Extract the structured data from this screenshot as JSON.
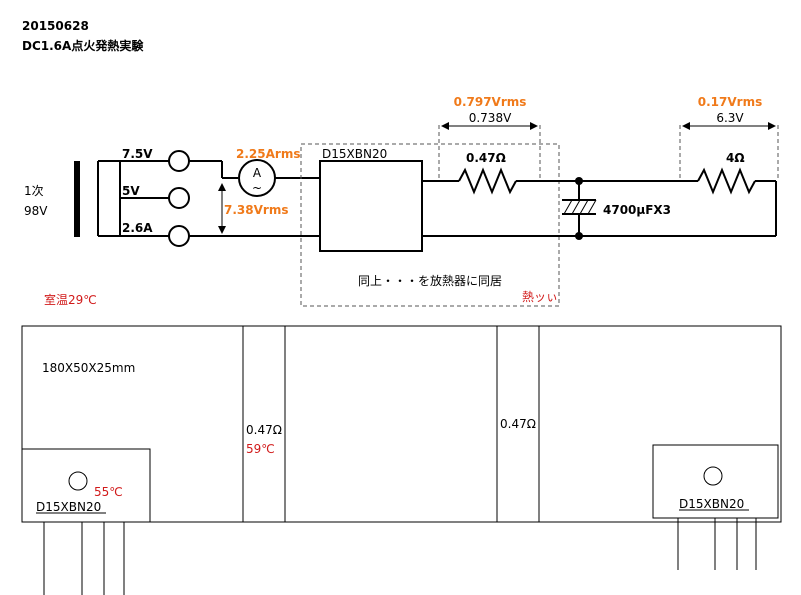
{
  "header": {
    "date": "20150628",
    "title": "DC1.6A点火発熱実験"
  },
  "transformer": {
    "primary_label": "1次",
    "primary_voltage": "98V"
  },
  "taps": {
    "tap1": "7.5V",
    "tap2": "5V",
    "tap3": "2.6A"
  },
  "meter": {
    "ammeter_symbol": "A",
    "ammeter_tilde": "~",
    "current": "2.25Arms",
    "voltage": "7.38Vrms"
  },
  "rectifier": {
    "part": "D15XBN20"
  },
  "resistor1": {
    "value": "0.47Ω",
    "vrms": "0.797Vrms",
    "vdc": "0.738V"
  },
  "capacitor": {
    "label": "4700μFX3"
  },
  "resistor2": {
    "value": "4Ω",
    "vrms": "0.17Vrms",
    "vdc": "6.3V"
  },
  "enclosure": {
    "note": "同上・・・を放熱器に同居",
    "hot_label": "熱ッぃ"
  },
  "room_temp": "室温29℃",
  "heatsink": {
    "size": "180X50X25mm",
    "left_module": "D15XBN20",
    "left_temp": "55℃",
    "res1_label": "0.47Ω",
    "res1_temp": "59℃",
    "res2_label": "0.47Ω",
    "right_module": "D15XBN20"
  }
}
